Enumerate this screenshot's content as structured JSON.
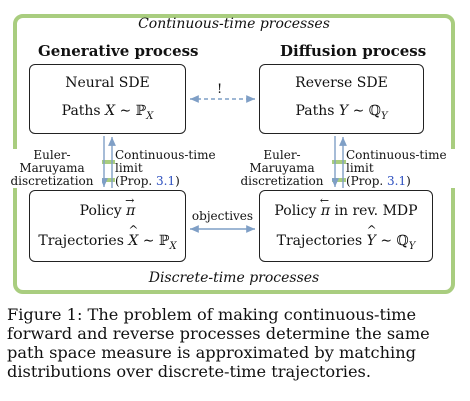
{
  "top_panel": {
    "title": "Continuous-time processes"
  },
  "bottom_panel": {
    "title": "Discrete-time processes"
  },
  "generative": {
    "header": "Generative process",
    "box_line1": "Neural SDE",
    "paths_prefix": "Paths",
    "paths_var": "X",
    "sim": "∼",
    "measure": "ℙ",
    "measure_sub": "X"
  },
  "diffusion": {
    "header": "Diffusion process",
    "box_line1": "Reverse SDE",
    "paths_prefix": "Paths",
    "paths_var": "Y",
    "sim": "∼",
    "measure": "ℚ",
    "measure_sub": "Y"
  },
  "link_top_label": "!",
  "link_bottom_label": "objectives",
  "left_vertical": {
    "left_label_1": "Euler-Maruyama",
    "left_label_2": "discretization",
    "right_label_1": "Continuous-time limit",
    "right_label_2_prefix": "(Prop. ",
    "right_label_2_ref": "3.1",
    "right_label_2_suffix": ")"
  },
  "right_vertical": {
    "left_label_1": "Euler-Maruyama",
    "left_label_2": "discretization",
    "right_label_1": "Continuous-time limit",
    "right_label_2_prefix": "(Prop. ",
    "right_label_2_ref": "3.1",
    "right_label_2_suffix": ")"
  },
  "policy": {
    "prefix": "Policy",
    "symbol": "π",
    "traj_prefix": "Trajectories",
    "traj_var": "X",
    "sim": "∼",
    "measure": "ℙ",
    "measure_sub": "X"
  },
  "rev_policy": {
    "prefix": "Policy",
    "symbol": "π",
    "suffix": "in rev. MDP",
    "traj_prefix": "Trajectories",
    "traj_var": "Y",
    "sim": "∼",
    "measure": "ℚ",
    "measure_sub": "Y"
  },
  "caption": {
    "line1": "Figure 1:  The problem of making continuous-time",
    "line2": "forward and reverse processes determine the same",
    "line3": "path space measure is approximated by matching",
    "line4": "distributions over discrete-time trajectories."
  },
  "colors": {
    "panel_border": "#a9cd7f",
    "arrow": "#7f9fc6",
    "ref": "#2c4fbf"
  }
}
